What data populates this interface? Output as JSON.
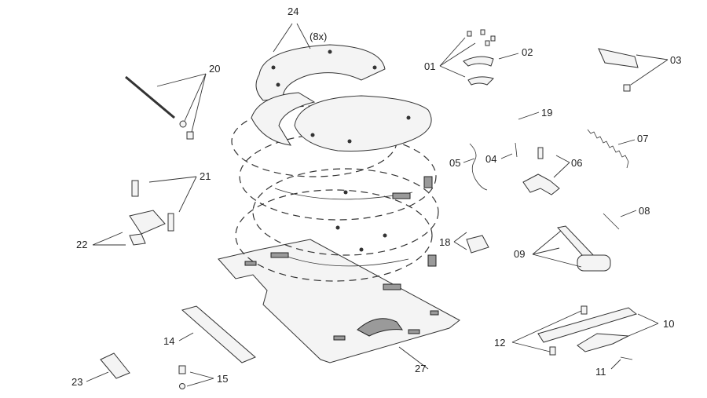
{
  "diagram": {
    "labels": {
      "p01": "01",
      "p02": "02",
      "p03": "03",
      "p04": "04",
      "p05": "05",
      "p06": "06",
      "p07": "07",
      "p08": "08",
      "p09": "09",
      "p10": "10",
      "p11": "11",
      "p12": "12",
      "p14": "14",
      "p15": "15",
      "p18": "18",
      "p19": "19",
      "p20": "20",
      "p21": "21",
      "p22": "22",
      "p23": "23",
      "p24": "24",
      "p27": "27"
    },
    "quantity_note": "(8x)"
  }
}
